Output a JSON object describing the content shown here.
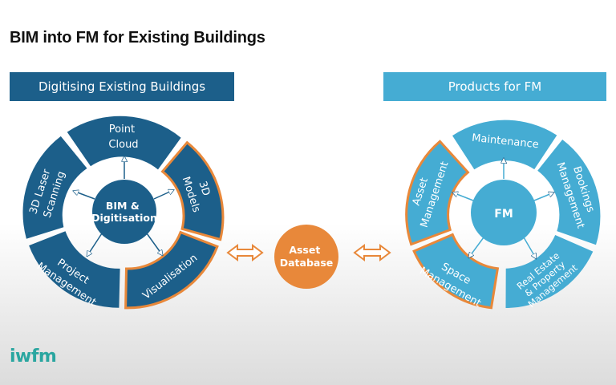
{
  "slide": {
    "title": "BIM into FM for Existing Buildings"
  },
  "left_panel": {
    "header": "Digitising Existing Buildings",
    "center": [
      "BIM &",
      "Digitisation"
    ],
    "segments": {
      "point_cloud": [
        "Point",
        "Cloud"
      ],
      "models_3d": [
        "3D",
        "Models"
      ],
      "visualisation": [
        "Visualisation"
      ],
      "project_management": [
        "Project",
        "Management"
      ],
      "laser_scanning": [
        "3D Laser",
        "Scanning"
      ]
    }
  },
  "center_node": {
    "label": [
      "Asset",
      "Database"
    ]
  },
  "right_panel": {
    "header": "Products for FM",
    "center": [
      "FM"
    ],
    "segments": {
      "maintenance": [
        "Maintenance"
      ],
      "bookings": [
        "Bookings",
        "Management"
      ],
      "real_estate": [
        "Real Estate",
        "& Property",
        "Management"
      ],
      "space": [
        "Space",
        "Management"
      ],
      "asset": [
        "Asset",
        "Management"
      ]
    }
  },
  "footer": {
    "logo": "iwfm"
  },
  "colors": {
    "left_dark_blue": "#1c5f8a",
    "right_light_blue": "#45acd3",
    "orange_highlight": "#e8883a",
    "logo_teal": "#2aa6a0"
  }
}
